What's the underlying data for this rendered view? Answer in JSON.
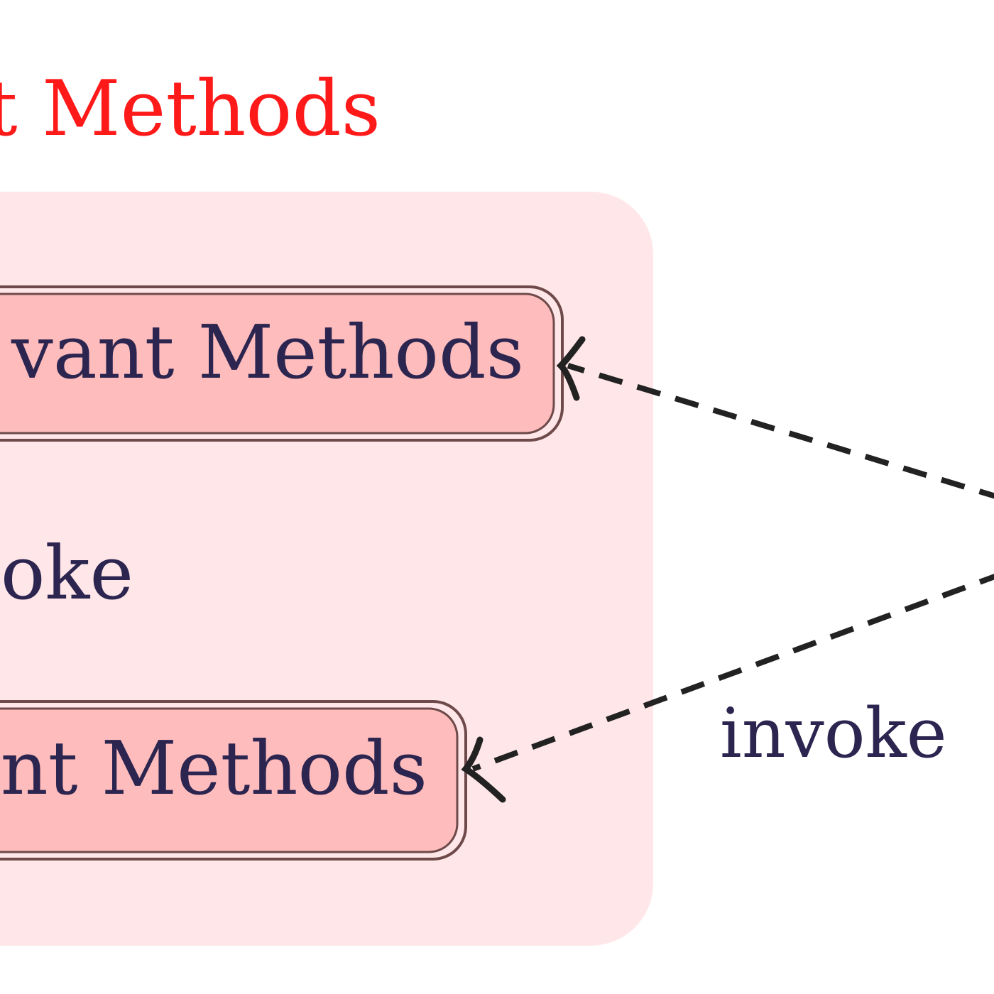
{
  "group": {
    "title": "t Methods",
    "title_color": "#ff1a1a",
    "fill_color": "#ffe6e8"
  },
  "nodes": [
    {
      "id": "node-1",
      "label": "vant Methods",
      "fill_color": "#ffbcbc"
    },
    {
      "id": "node-2",
      "label": "nt Methods",
      "fill_color": "#ffbcbc"
    }
  ],
  "edges": [
    {
      "to": "node-1",
      "style": "dashed",
      "label": ""
    },
    {
      "to": "node-2",
      "style": "dashed",
      "label": "invoke"
    }
  ],
  "inner_label": "oke",
  "text_color": "#2b2550"
}
